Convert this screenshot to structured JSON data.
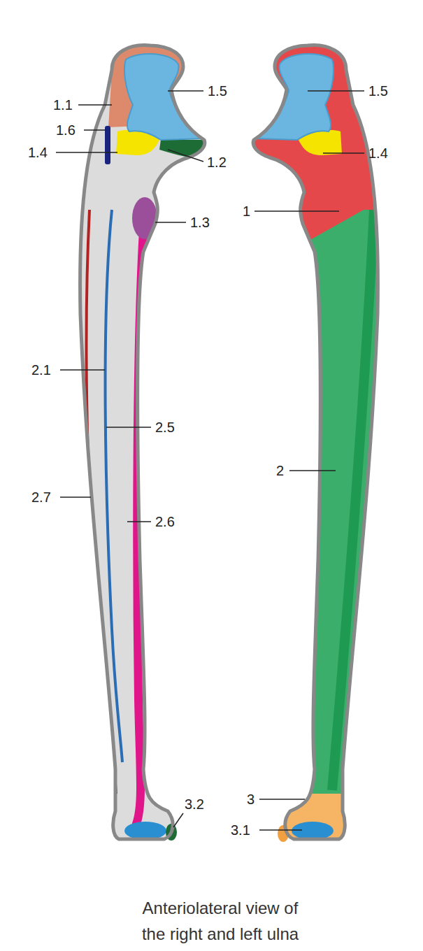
{
  "diagram": {
    "caption": "Anteriolateral view of the right and left ulna",
    "labels": [
      "1.1",
      "1.5",
      "1.6",
      "1.4",
      "1.2",
      "1.3",
      "2.1",
      "2.5",
      "2.7",
      "2.6",
      "3.2",
      "1.5",
      "1.4",
      "1",
      "2",
      "3",
      "3.1"
    ]
  }
}
